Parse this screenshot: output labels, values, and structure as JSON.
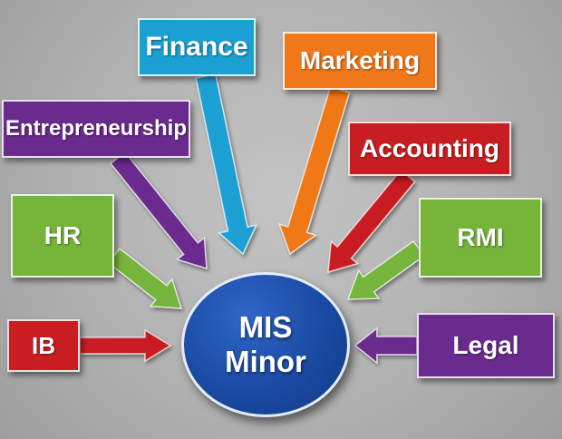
{
  "center": {
    "line1": "MIS",
    "line2": "Minor",
    "color": "#1a4aa3"
  },
  "nodes": [
    {
      "id": "finance",
      "label": "Finance",
      "color": "#1aa0d3"
    },
    {
      "id": "marketing",
      "label": "Marketing",
      "color": "#f07818"
    },
    {
      "id": "entrepreneurship",
      "label": "Entrepreneurship",
      "color": "#6b2a8e"
    },
    {
      "id": "accounting",
      "label": "Accounting",
      "color": "#c81e22"
    },
    {
      "id": "hr",
      "label": "HR",
      "color": "#76b43a"
    },
    {
      "id": "rmi",
      "label": "RMI",
      "color": "#76b43a"
    },
    {
      "id": "ib",
      "label": "IB",
      "color": "#c81e22"
    },
    {
      "id": "legal",
      "label": "Legal",
      "color": "#6b2a8e"
    }
  ]
}
